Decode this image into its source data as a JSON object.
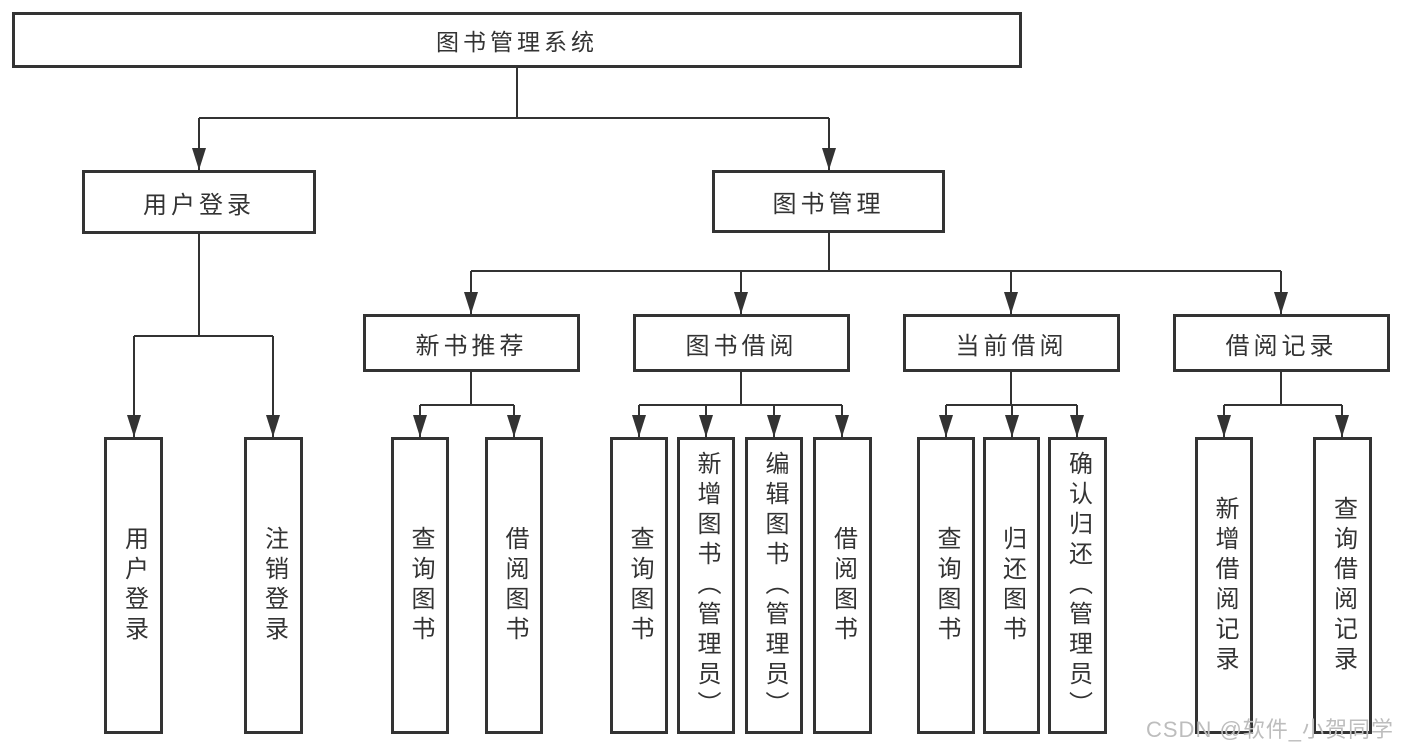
{
  "colors": {
    "line": "#333333",
    "box_border": "#333333",
    "text": "#333333",
    "background": "#ffffff",
    "watermark": "#bdbdbd"
  },
  "tree": {
    "label": "图书管理系统",
    "children": [
      {
        "label": "用户登录",
        "children": [
          {
            "label": "用户登录"
          },
          {
            "label": "注销登录"
          }
        ]
      },
      {
        "label": "图书管理",
        "children": [
          {
            "label": "新书推荐",
            "children": [
              {
                "label": "查询图书"
              },
              {
                "label": "借阅图书"
              }
            ]
          },
          {
            "label": "图书借阅",
            "children": [
              {
                "label": "查询图书"
              },
              {
                "label": "新增图书（管理员）"
              },
              {
                "label": "编辑图书（管理员）"
              },
              {
                "label": "借阅图书"
              }
            ]
          },
          {
            "label": "当前借阅",
            "children": [
              {
                "label": "查询图书"
              },
              {
                "label": "归还图书"
              },
              {
                "label": "确认归还（管理员）"
              }
            ]
          },
          {
            "label": "借阅记录",
            "children": [
              {
                "label": "新增借阅记录"
              },
              {
                "label": "查询借阅记录"
              }
            ]
          }
        ]
      }
    ]
  },
  "watermark": {
    "text": "CSDN @软件_小贺同学"
  }
}
